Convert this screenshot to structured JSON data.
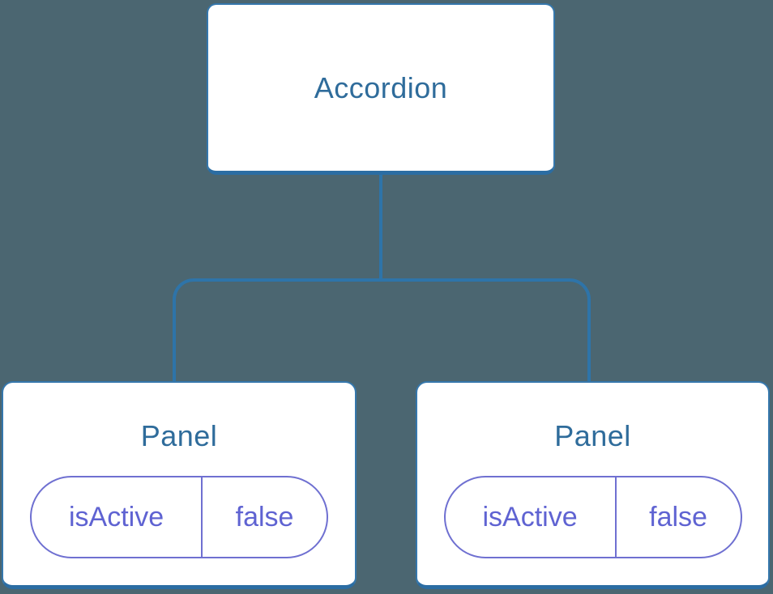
{
  "colors": {
    "background": "#4b6671",
    "connector": "#2e74a9",
    "node_bg": "#ffffff",
    "node_border": "#3577ac",
    "node_border_bottom": "#2b6da3",
    "node_text": "#2f6c9b",
    "state_border": "#6f70d1",
    "state_text": "#5f63d2"
  },
  "tree": {
    "root": {
      "label": "Accordion"
    },
    "children": [
      {
        "label": "Panel",
        "state": {
          "key": "isActive",
          "value": "false"
        }
      },
      {
        "label": "Panel",
        "state": {
          "key": "isActive",
          "value": "false"
        }
      }
    ]
  }
}
